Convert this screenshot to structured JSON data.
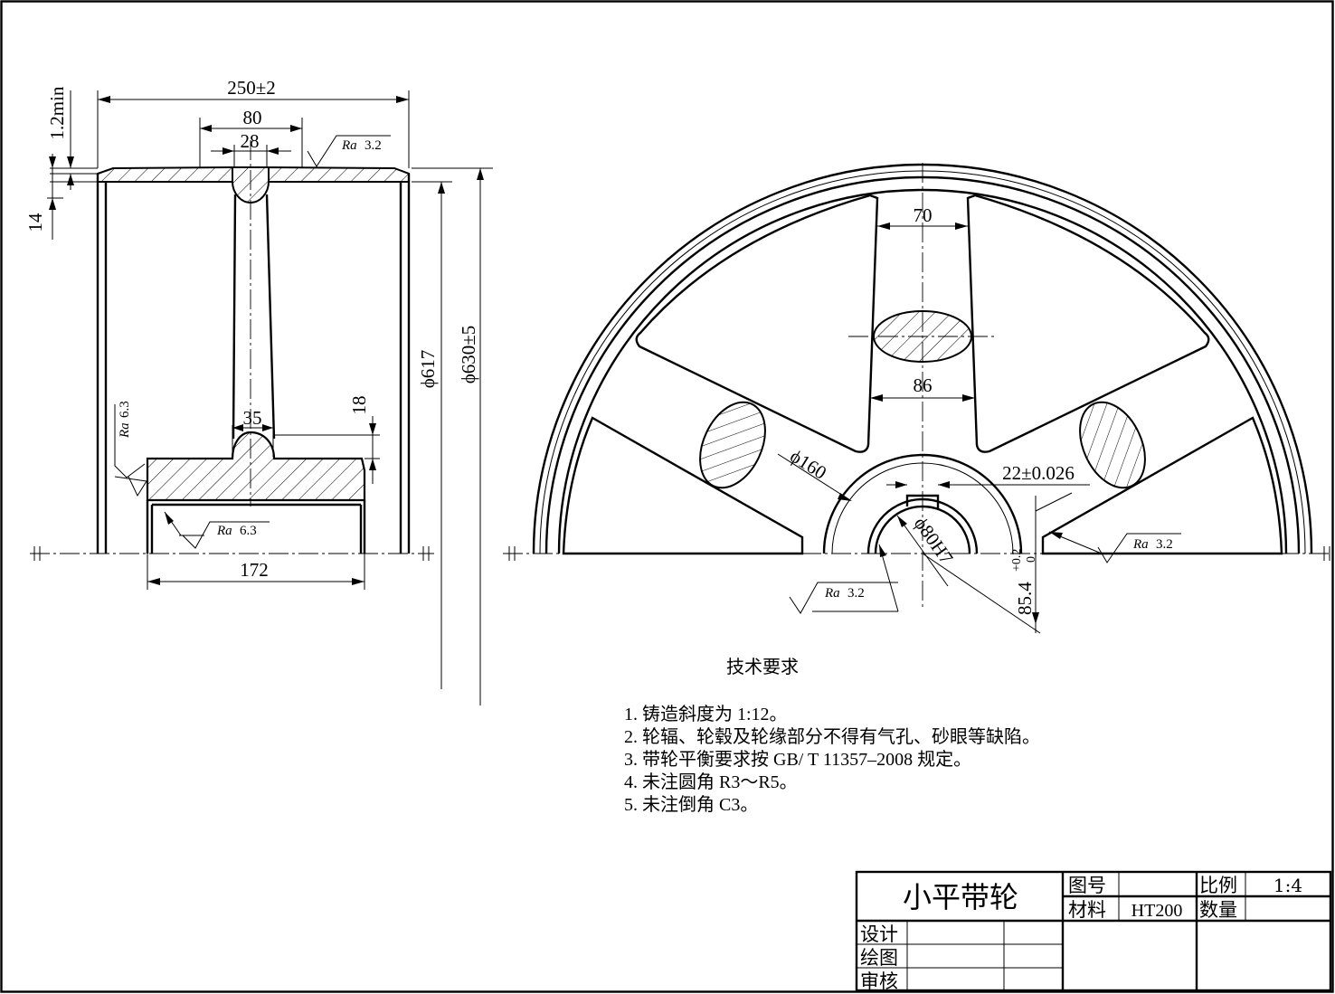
{
  "dimensions": {
    "overall_width": "250±2",
    "rib_80": "80",
    "rib_28": "28",
    "rim_min": "1.2min",
    "rim_14": "14",
    "dia_617": "ϕ617",
    "dia_630": "ϕ630±5",
    "hub_35": "35",
    "hub_18": "18",
    "hub_172": "172",
    "spoke_70": "70",
    "spoke_86": "86",
    "hub_dia_160": "ϕ160",
    "bore_dia": "ϕ80H7",
    "keyway_width": "22±0.026",
    "keyway_depth": "85.4",
    "keyway_tol_upper": "+0.2",
    "keyway_tol_lower": "0"
  },
  "roughness": {
    "rim_outer": {
      "label": "Ra",
      "value": "3.2"
    },
    "hub_side": {
      "label": "Ra",
      "value": "6.3"
    },
    "bore": {
      "label": "Ra",
      "value": "6.3"
    },
    "keyway_side": {
      "label": "Ra",
      "value": "3.2"
    },
    "bore_front": {
      "label": "Ra",
      "value": "3.2"
    }
  },
  "requirements": {
    "title": "技术要求",
    "items": [
      "1. 铸造斜度为 1:12。",
      "2. 轮辐、轮毂及轮缘部分不得有气孔、砂眼等缺陷。",
      "3. 带轮平衡要求按 GB/ T 11357–2008 规定。",
      "4. 未注圆角 R3～R5。",
      "5. 未注倒角 C3。"
    ]
  },
  "title_block": {
    "part_name": "小平带轮",
    "drawing_no_label": "图号",
    "drawing_no_value": "",
    "scale_label": "比例",
    "scale_value": "1:4",
    "material_label": "材料",
    "material_value": "HT200",
    "quantity_label": "数量",
    "quantity_value": "",
    "design_label": "设计",
    "drawn_label": "绘图",
    "review_label": "审核"
  }
}
